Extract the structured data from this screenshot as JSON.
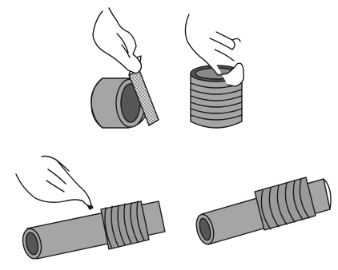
{
  "figure": {
    "steps": [
      {
        "name": "deburr-pipe-end",
        "tool": "file"
      },
      {
        "name": "insert-gasket-in-coupling"
      },
      {
        "name": "mark-insertion-depth",
        "tool": "marker"
      },
      {
        "name": "assembled-joint"
      }
    ],
    "colors": {
      "pipe_fill": "#a5a5a5",
      "pipe_dark": "#6e6e6e",
      "pipe_bore": "#565656",
      "outline": "#1a1a1a",
      "skin": "#ffffff",
      "file_fill": "#d9d9d9"
    }
  }
}
